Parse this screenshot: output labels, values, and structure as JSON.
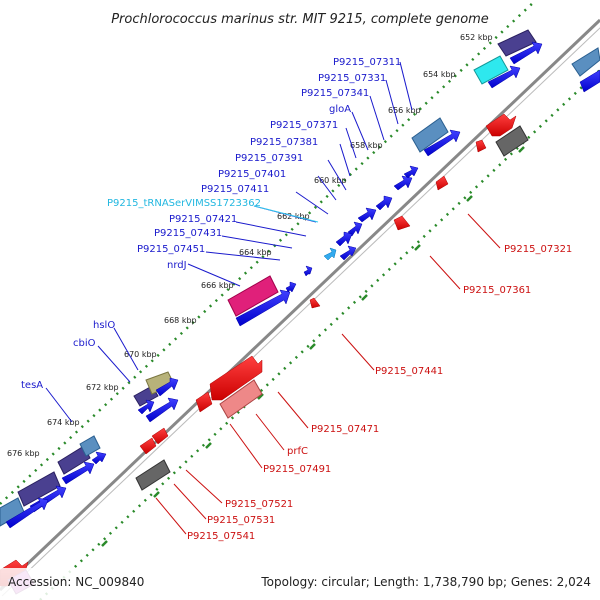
{
  "title": "Prochlorococcus marinus str. MIT 9215, complete genome",
  "footer": {
    "accession": "Accession: NC_009840",
    "summary": "Topology: circular; Length: 1,738,790 bp; Genes: 2,024"
  },
  "kbp_ticks": [
    "652 kbp",
    "654 kbp",
    "656 kbp",
    "658 kbp",
    "660 kbp",
    "662 kbp",
    "664 kbp",
    "666 kbp",
    "668 kbp",
    "670 kbp",
    "672 kbp",
    "674 kbp",
    "676 kbp"
  ],
  "labels_forward": [
    "P9215_07311",
    "P9215_07331",
    "P9215_07341",
    "gloA",
    "P9215_07371",
    "P9215_07381",
    "P9215_07391",
    "P9215_07401",
    "P9215_07411",
    "P9215_tRNASerVIMSS1723362",
    "P9215_07421",
    "P9215_07431",
    "P9215_07451",
    "nrdJ",
    "hslO",
    "cbiO",
    "tesA"
  ],
  "labels_reverse": [
    "P9215_07321",
    "P9215_07361",
    "P9215_07441",
    "P9215_07471",
    "prfC",
    "P9215_07491",
    "P9215_07521",
    "P9215_07531",
    "P9215_07541"
  ],
  "colors": {
    "forward_gene": "#1010e0",
    "reverse_gene": "#ee1111",
    "trna": "#33aaee",
    "backbone": "#888888",
    "ticks": "#2a8a2a",
    "cds_forward_feature": "#4a4090",
    "cds_reverse_feature": "#666666",
    "highlight_pink": "#e0207a",
    "highlight_cyan": "#2ee8ee",
    "highlight_olive": "#b7b27a",
    "highlight_lightred": "#ee8888"
  }
}
